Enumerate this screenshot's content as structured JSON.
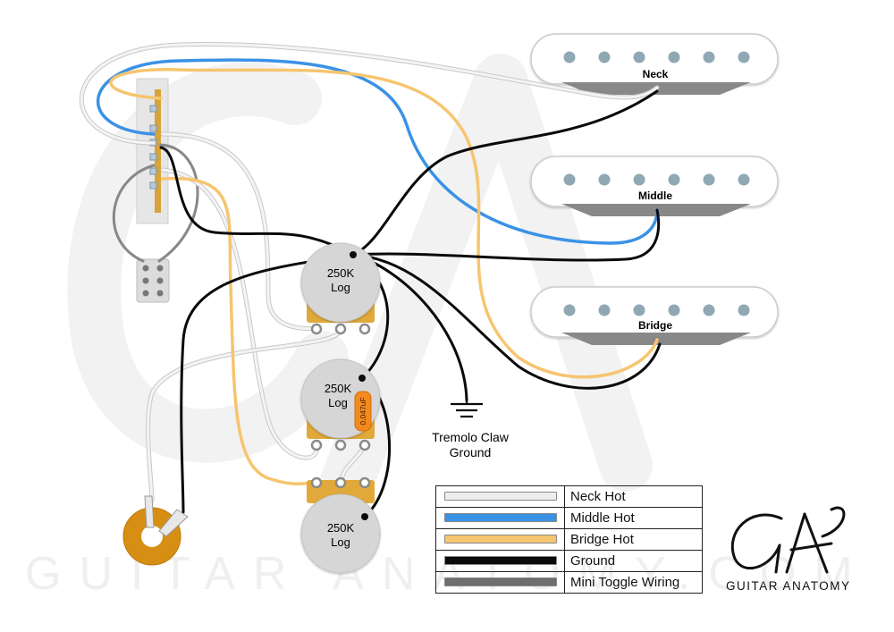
{
  "pickups": {
    "neck": "Neck",
    "middle": "Middle",
    "bridge": "Bridge"
  },
  "pots": {
    "pot1_value": "250K",
    "pot1_taper": "Log",
    "pot2_value": "250K",
    "pot2_taper": "Log",
    "pot3_value": "250K",
    "pot3_taper": "Log"
  },
  "capacitor": "0.047uF",
  "ground": {
    "line1": "Tremolo Claw",
    "line2": "Ground"
  },
  "legend": [
    {
      "label": "Neck Hot",
      "color": "#eeeeee"
    },
    {
      "label": "Middle Hot",
      "color": "#3a92e6"
    },
    {
      "label": "Bridge Hot",
      "color": "#f6c56f"
    },
    {
      "label": "Ground",
      "color": "#0a0a0a"
    },
    {
      "label": "Mini Toggle Wiring",
      "color": "#6e6e6e"
    }
  ],
  "brand": {
    "monogram": "GA",
    "name": "GUITAR ANATOMY",
    "watermark": "GUITAR ANATOMY.COM"
  },
  "colors": {
    "neck_hot": "#eeeeee",
    "middle_hot": "#3a92e6",
    "bridge_hot": "#f6c56f",
    "ground": "#0a0a0a",
    "mini_toggle": "#888888",
    "pot_body": "#d6d6d6",
    "lug_plate": "#e0a93a",
    "jack": "#d78f13",
    "capacitor": "#f28a1f"
  }
}
